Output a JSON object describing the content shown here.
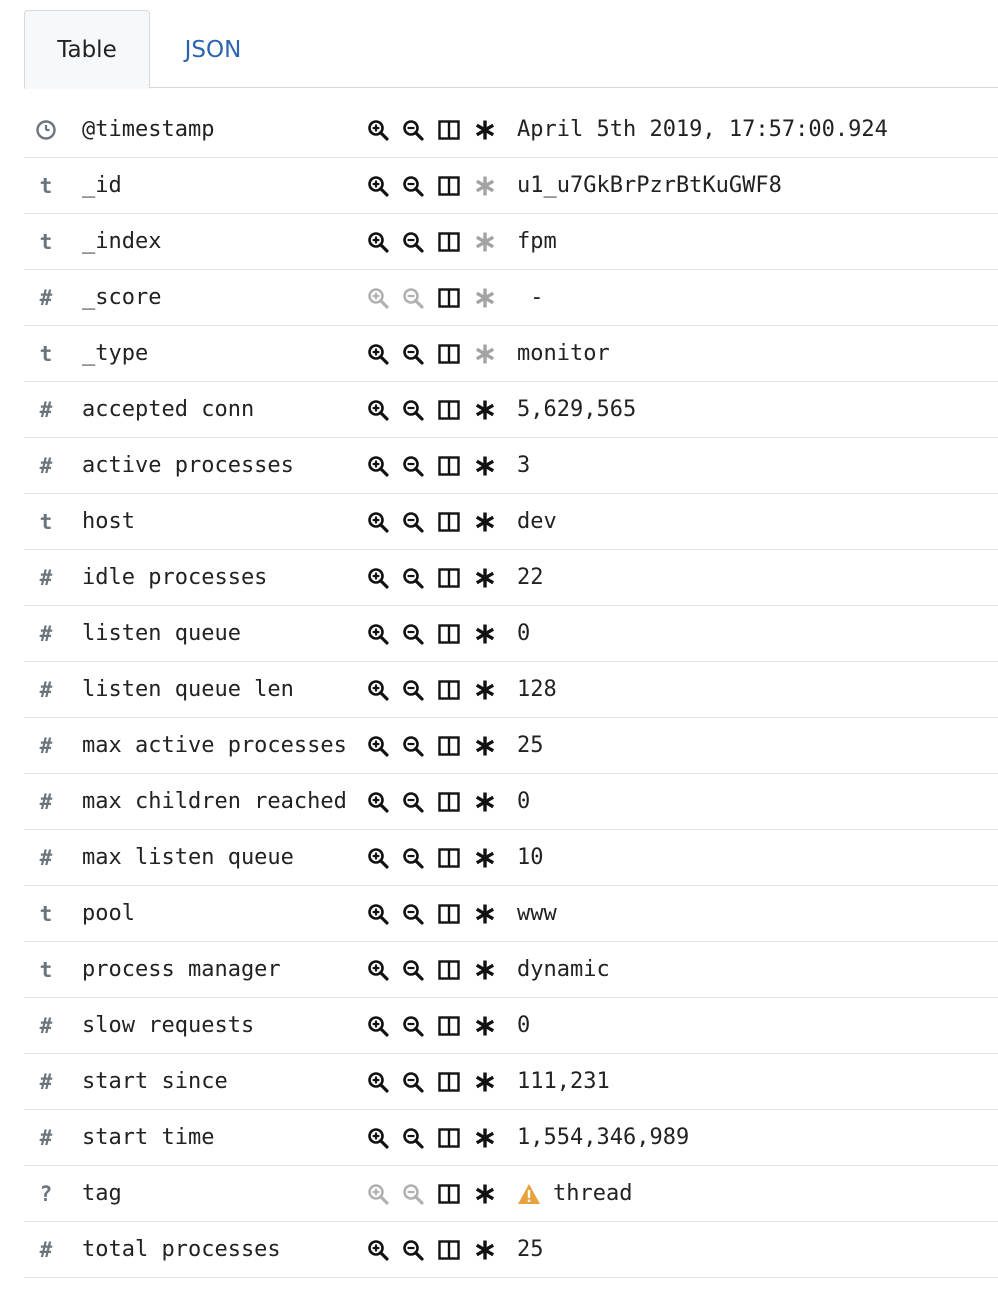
{
  "tabs": [
    {
      "label": "Table",
      "active": true
    },
    {
      "label": "JSON",
      "active": false
    }
  ],
  "colors": {
    "accent": "#2b64b0",
    "warning": "#e6a23c",
    "icon": "#111111",
    "type_icon": "#6b7580"
  },
  "rows": [
    {
      "type": "clock-icon",
      "type_label": "",
      "name": "@timestamp",
      "value": "April 5th 2019, 17:57:00.924",
      "filter_enabled": true,
      "exists_faded": false,
      "warning": false
    },
    {
      "type": "text",
      "type_label": "t",
      "name": "_id",
      "value": "u1_u7GkBrPzrBtKuGWF8",
      "filter_enabled": true,
      "exists_faded": true,
      "warning": false
    },
    {
      "type": "text",
      "type_label": "t",
      "name": "_index",
      "value": "fpm",
      "filter_enabled": true,
      "exists_faded": true,
      "warning": false
    },
    {
      "type": "number",
      "type_label": "#",
      "name": "_score",
      "value": " -",
      "filter_enabled": false,
      "exists_faded": true,
      "warning": false
    },
    {
      "type": "text",
      "type_label": "t",
      "name": "_type",
      "value": "monitor",
      "filter_enabled": true,
      "exists_faded": true,
      "warning": false
    },
    {
      "type": "number",
      "type_label": "#",
      "name": "accepted conn",
      "value": "5,629,565",
      "filter_enabled": true,
      "exists_faded": false,
      "warning": false
    },
    {
      "type": "number",
      "type_label": "#",
      "name": "active processes",
      "value": "3",
      "filter_enabled": true,
      "exists_faded": false,
      "warning": false
    },
    {
      "type": "text",
      "type_label": "t",
      "name": "host",
      "value": "dev",
      "filter_enabled": true,
      "exists_faded": false,
      "warning": false
    },
    {
      "type": "number",
      "type_label": "#",
      "name": "idle processes",
      "value": "22",
      "filter_enabled": true,
      "exists_faded": false,
      "warning": false
    },
    {
      "type": "number",
      "type_label": "#",
      "name": "listen queue",
      "value": "0",
      "filter_enabled": true,
      "exists_faded": false,
      "warning": false
    },
    {
      "type": "number",
      "type_label": "#",
      "name": "listen queue len",
      "value": "128",
      "filter_enabled": true,
      "exists_faded": false,
      "warning": false
    },
    {
      "type": "number",
      "type_label": "#",
      "name": "max active processes",
      "value": "25",
      "filter_enabled": true,
      "exists_faded": false,
      "warning": false
    },
    {
      "type": "number",
      "type_label": "#",
      "name": "max children reached",
      "value": "0",
      "filter_enabled": true,
      "exists_faded": false,
      "warning": false
    },
    {
      "type": "number",
      "type_label": "#",
      "name": "max listen queue",
      "value": "10",
      "filter_enabled": true,
      "exists_faded": false,
      "warning": false
    },
    {
      "type": "text",
      "type_label": "t",
      "name": "pool",
      "value": "www",
      "filter_enabled": true,
      "exists_faded": false,
      "warning": false
    },
    {
      "type": "text",
      "type_label": "t",
      "name": "process manager",
      "value": "dynamic",
      "filter_enabled": true,
      "exists_faded": false,
      "warning": false
    },
    {
      "type": "number",
      "type_label": "#",
      "name": "slow requests",
      "value": "0",
      "filter_enabled": true,
      "exists_faded": false,
      "warning": false
    },
    {
      "type": "number",
      "type_label": "#",
      "name": "start since",
      "value": "111,231",
      "filter_enabled": true,
      "exists_faded": false,
      "warning": false
    },
    {
      "type": "number",
      "type_label": "#",
      "name": "start time",
      "value": "1,554,346,989",
      "filter_enabled": true,
      "exists_faded": false,
      "warning": false
    },
    {
      "type": "unknown",
      "type_label": "?",
      "name": "tag",
      "value": "thread",
      "filter_enabled": false,
      "exists_faded": false,
      "warning": true
    },
    {
      "type": "number",
      "type_label": "#",
      "name": "total processes",
      "value": "25",
      "filter_enabled": true,
      "exists_faded": false,
      "warning": false
    }
  ]
}
